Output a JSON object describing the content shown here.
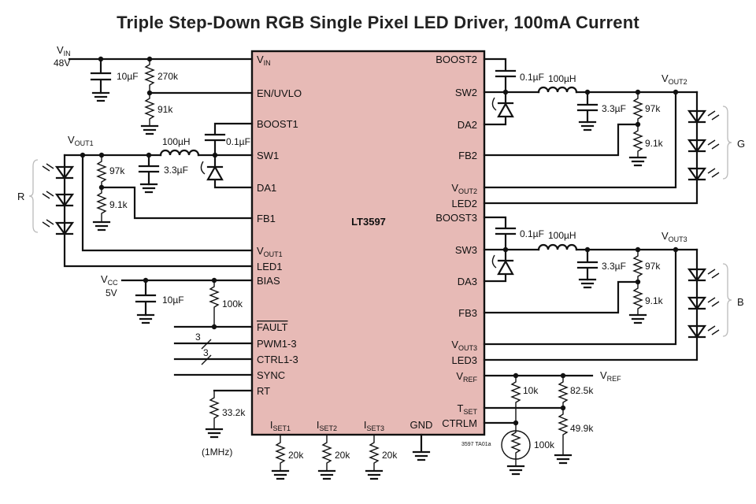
{
  "title": "Triple Step-Down RGB Single Pixel LED Driver, 100mA Current",
  "chip": {
    "name": "LT3597",
    "fill": "#e7bab6",
    "left_pins": [
      {
        "base": "V",
        "sub": "IN",
        "over": false
      },
      {
        "base": "EN/UVLO",
        "sub": "",
        "over": false
      },
      {
        "base": "BOOST1",
        "sub": "",
        "over": false
      },
      {
        "base": "SW1",
        "sub": "",
        "over": false
      },
      {
        "base": "DA1",
        "sub": "",
        "over": false
      },
      {
        "base": "FB1",
        "sub": "",
        "over": false
      },
      {
        "base": "V",
        "sub": "OUT1",
        "over": false
      },
      {
        "base": "LED1",
        "sub": "",
        "over": false
      },
      {
        "base": "BIAS",
        "sub": "",
        "over": false
      },
      {
        "base": "FAULT",
        "sub": "",
        "over": true
      },
      {
        "base": "PWM1-3",
        "sub": "",
        "over": false
      },
      {
        "base": "CTRL1-3",
        "sub": "",
        "over": false
      },
      {
        "base": "SYNC",
        "sub": "",
        "over": false
      },
      {
        "base": "RT",
        "sub": "",
        "over": false
      }
    ],
    "right_pins": [
      {
        "base": "BOOST2",
        "sub": ""
      },
      {
        "base": "SW2",
        "sub": ""
      },
      {
        "base": "DA2",
        "sub": ""
      },
      {
        "base": "FB2",
        "sub": ""
      },
      {
        "base": "V",
        "sub": "OUT2"
      },
      {
        "base": "LED2",
        "sub": ""
      },
      {
        "base": "BOOST3",
        "sub": ""
      },
      {
        "base": "SW3",
        "sub": ""
      },
      {
        "base": "DA3",
        "sub": ""
      },
      {
        "base": "FB3",
        "sub": ""
      },
      {
        "base": "V",
        "sub": "OUT3"
      },
      {
        "base": "LED3",
        "sub": ""
      },
      {
        "base": "V",
        "sub": "REF"
      },
      {
        "base": "T",
        "sub": "SET"
      },
      {
        "base": "CTRLM",
        "sub": ""
      }
    ],
    "bottom_pins": [
      {
        "base": "I",
        "sub": "SET1"
      },
      {
        "base": "I",
        "sub": "SET2"
      },
      {
        "base": "I",
        "sub": "SET3"
      },
      {
        "base": "GND",
        "sub": ""
      }
    ]
  },
  "supply_labels": {
    "vin": {
      "base": "V",
      "sub": "IN"
    },
    "vin_value": "48V",
    "vcc": {
      "base": "V",
      "sub": "CC"
    },
    "vcc_value": "5V",
    "vout1": {
      "base": "V",
      "sub": "OUT1"
    },
    "vout2": {
      "base": "V",
      "sub": "OUT2"
    },
    "vout3": {
      "base": "V",
      "sub": "OUT3"
    },
    "vref": {
      "base": "V",
      "sub": "REF"
    }
  },
  "components": {
    "c_vin": "10µF",
    "r_en_top": "270k",
    "r_en_bot": "91k",
    "c_boost": "0.1µF",
    "inductor": "100µH",
    "c_out": "3.3µF",
    "r_fb_top": "97k",
    "r_fb_bot": "9.1k",
    "c_vcc": "10µF",
    "r_fault": "100k",
    "bus_width": "3",
    "r_rt": "33.2k",
    "rt_note": "(1MHz)",
    "r_iset": "20k",
    "r_ref_a": "10k",
    "r_ref_b": "82.5k",
    "r_tset": "49.9k",
    "thermistor": "100k"
  },
  "channels": {
    "ch1": "R",
    "ch2": "G",
    "ch3": "B"
  },
  "figure_code": "3597 TA01a"
}
